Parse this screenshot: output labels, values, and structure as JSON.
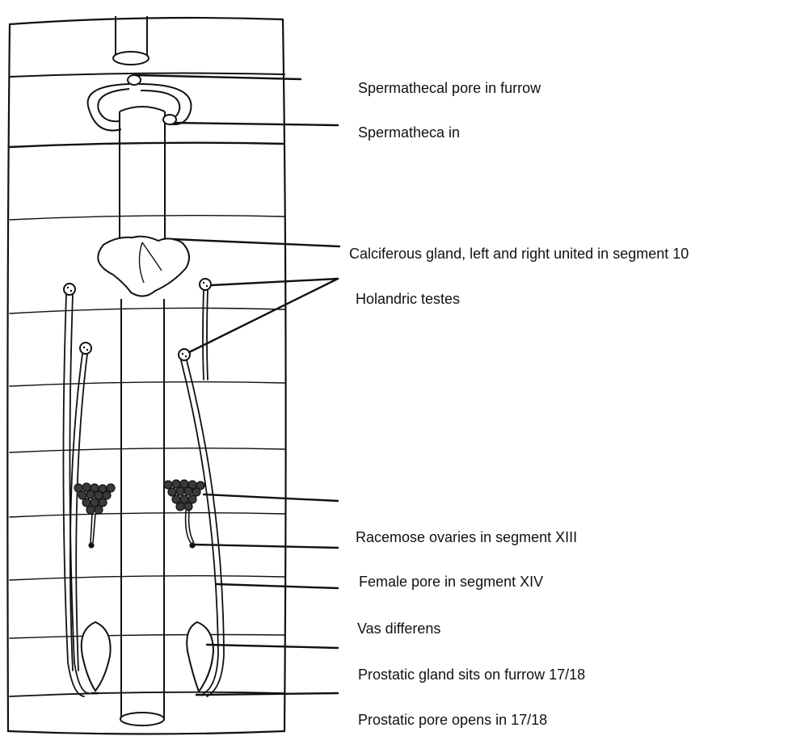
{
  "labels": {
    "spermathecal_pore": "Spermathecal pore in furrow",
    "spermatheca": "Spermatheca in",
    "calciferous_gland": "Calciferous gland, left and right united in segment 10",
    "holandric_testes": "Holandric testes",
    "racemose_ovaries": "Racemose ovaries in segment XIII",
    "female_pore": "Female pore in segment XIV",
    "vas_differens": "Vas differens",
    "prostatic_gland": "Prostatic gland sits on furrow 17/18",
    "prostatic_pore": "Prostatic pore opens in 17/18"
  },
  "colors": {
    "line": "#111111",
    "ovary": "#3a3a3a",
    "background": "#ffffff"
  }
}
